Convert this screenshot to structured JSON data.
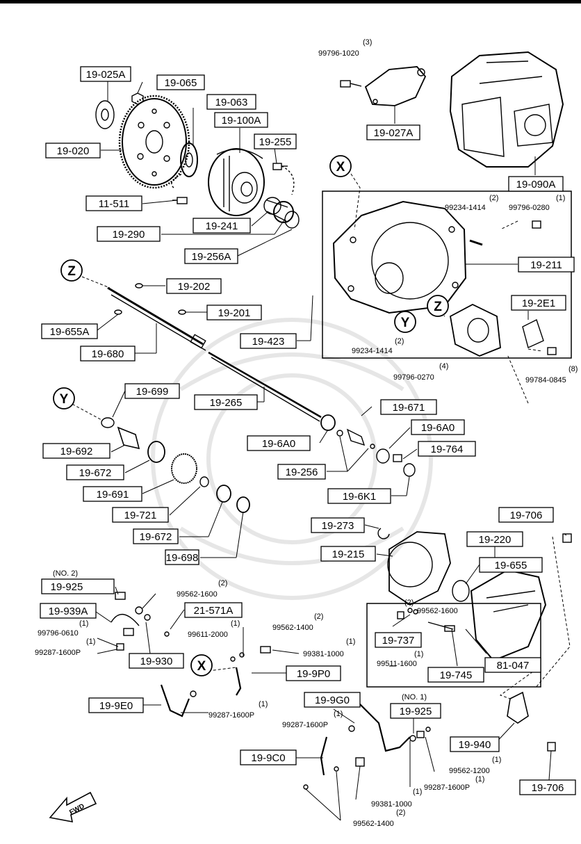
{
  "boxed_labels": {
    "b_19_025A": "19-025A",
    "b_19_065": "19-065",
    "b_19_063": "19-063",
    "b_19_100A": "19-100A",
    "b_19_020": "19-020",
    "b_19_255": "19-255",
    "b_11_511": "11-511",
    "b_19_241": "19-241",
    "b_19_290": "19-290",
    "b_19_256A": "19-256A",
    "b_19_027A": "19-027A",
    "b_19_090A": "19-090A",
    "b_19_211": "19-211",
    "b_19_2E1": "19-2E1",
    "b_19_423": "19-423",
    "b_19_202": "19-202",
    "b_19_201": "19-201",
    "b_19_655A": "19-655A",
    "b_19_680": "19-680",
    "b_19_699": "19-699",
    "b_19_265": "19-265",
    "b_19_671": "19-671",
    "b_19_6A0_a": "19-6A0",
    "b_19_6A0_b": "19-6A0",
    "b_19_764": "19-764",
    "b_19_692": "19-692",
    "b_19_672_a": "19-672",
    "b_19_256": "19-256",
    "b_19_6K1": "19-6K1",
    "b_19_691": "19-691",
    "b_19_721": "19-721",
    "b_19_672_b": "19-672",
    "b_19_698": "19-698",
    "b_19_273": "19-273",
    "b_19_215": "19-215",
    "b_19_706_a": "19-706",
    "b_19_220": "19-220",
    "b_19_655": "19-655",
    "b_19_925_a": "19-925",
    "b_19_939A": "19-939A",
    "b_21_571A": "21-571A",
    "b_19_930": "19-930",
    "b_19_737": "19-737",
    "b_19_745": "19-745",
    "b_81_047": "81-047",
    "b_19_9P0": "19-9P0",
    "b_19_9E0": "19-9E0",
    "b_19_9G0": "19-9G0",
    "b_19_925_b": "19-925",
    "b_19_9C0": "19-9C0",
    "b_19_940": "19-940",
    "b_19_706_b": "19-706"
  },
  "callouts": {
    "q_3": "(3)",
    "p_99796_1020": "99796-1020",
    "q_2a": "(2)",
    "p_99234_1414_a": "99234-1414",
    "q_1a": "(1)",
    "p_99796_0280": "99796-0280",
    "q_2b": "(2)",
    "p_99234_1414_b": "99234-1414",
    "q_4": "(4)",
    "p_99796_0270": "99796-0270",
    "q_8": "(8)",
    "p_99784_0845": "99784-0845",
    "no2": "(NO. 2)",
    "q_2c": "(2)",
    "p_99562_1600_a": "99562-1600",
    "q_1b": "(1)",
    "p_99796_0610": "99796-0610",
    "q_1c": "(1)",
    "p_99287_1600P_a": "99287-1600P",
    "q_1d": "(1)",
    "p_99611_2000": "99611-2000",
    "q_2d": "(2)",
    "p_99562_1400_a": "99562-1400",
    "q_1e": "(1)",
    "p_99381_1000_a": "99381-1000",
    "q_1f": "(1)",
    "p_99287_1600P_b": "99287-1600P",
    "q_2e": "(2)",
    "p_99562_1600_b": "99562-1600",
    "q_1g": "(1)",
    "p_99511_1600": "99511-1600",
    "q_1h": "(1)",
    "p_99287_1600P_c": "99287-1600P",
    "no1": "(NO. 1)",
    "q_1i": "(1)",
    "p_99562_1200": "99562-1200",
    "q_1j": "(1)",
    "p_99287_1600P_d": "99287-1600P",
    "q_1k": "(1)",
    "p_99381_1000_b": "99381-1000",
    "q_2f": "(2)",
    "p_99562_1400_b": "99562-1400"
  },
  "markers": {
    "x1": "X",
    "x2": "X",
    "y1": "Y",
    "y2": "Y",
    "z1": "Z",
    "z2": "Z"
  },
  "fwd_label": "FWD",
  "icons": [
    "fwd-arrow-icon",
    "reference-circle-icon"
  ],
  "colors": {
    "ink": "#000000",
    "paper": "#ffffff",
    "watermark": "#e6e6e6"
  }
}
